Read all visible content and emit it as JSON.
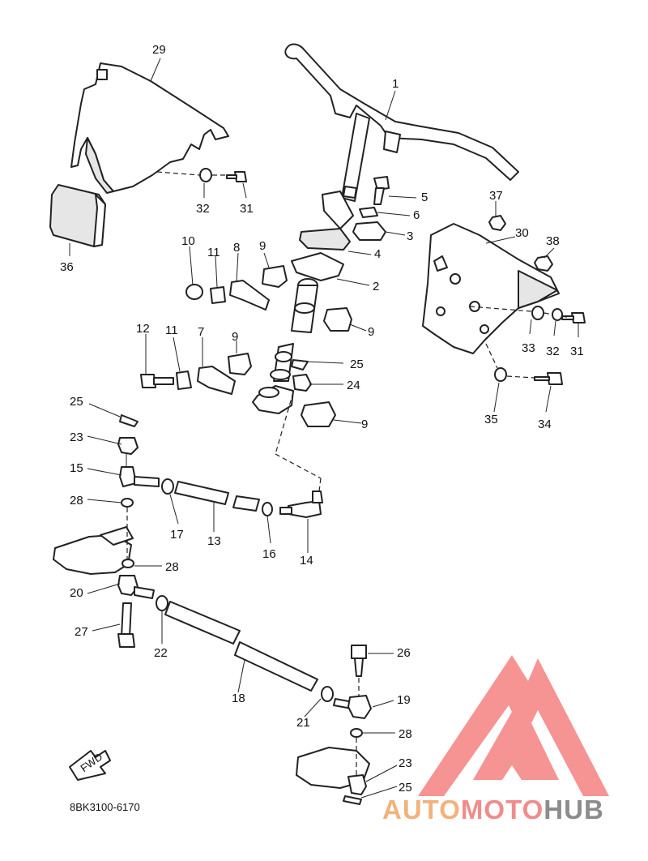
{
  "diagram": {
    "drawing_code": "8BK3100-6170",
    "fwd_marker": "FWD",
    "callouts": [
      "1",
      "2",
      "3",
      "4",
      "5",
      "6",
      "7",
      "8",
      "9",
      "9",
      "9",
      "9",
      "10",
      "11",
      "11",
      "12",
      "13",
      "14",
      "15",
      "16",
      "17",
      "18",
      "19",
      "20",
      "21",
      "22",
      "23",
      "23",
      "24",
      "25",
      "25",
      "25",
      "26",
      "27",
      "28",
      "28",
      "28",
      "29",
      "30",
      "31",
      "31",
      "32",
      "32",
      "33",
      "34",
      "35",
      "36",
      "37",
      "38"
    ]
  },
  "watermark": {
    "part1": "AUTO",
    "part2": "MOTO",
    "part3": "HUB",
    "colors": {
      "auto": "#f2b27c",
      "moto": "#f08c8c",
      "hub": "#8c8c8c",
      "logo": "#f58080"
    }
  }
}
